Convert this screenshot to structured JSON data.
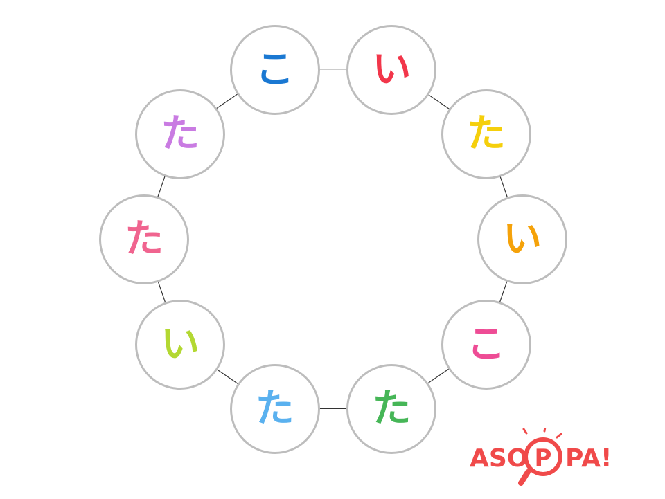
{
  "nodes": [
    {
      "char": "こ",
      "color": "#1a78d2"
    },
    {
      "char": "い",
      "color": "#f2364a"
    },
    {
      "char": "た",
      "color": "#f5cf0c"
    },
    {
      "char": "い",
      "color": "#f5a20a"
    },
    {
      "char": "こ",
      "color": "#ee4c95"
    },
    {
      "char": "た",
      "color": "#46b657"
    },
    {
      "char": "た",
      "color": "#5ab1ef"
    },
    {
      "char": "い",
      "color": "#b3d832"
    },
    {
      "char": "た",
      "color": "#f0648f"
    },
    {
      "char": "た",
      "color": "#c97be2"
    }
  ],
  "logo": {
    "text_a": "ASO",
    "text_p": "P",
    "text_b": "PA!",
    "color": "#f04a4a"
  }
}
